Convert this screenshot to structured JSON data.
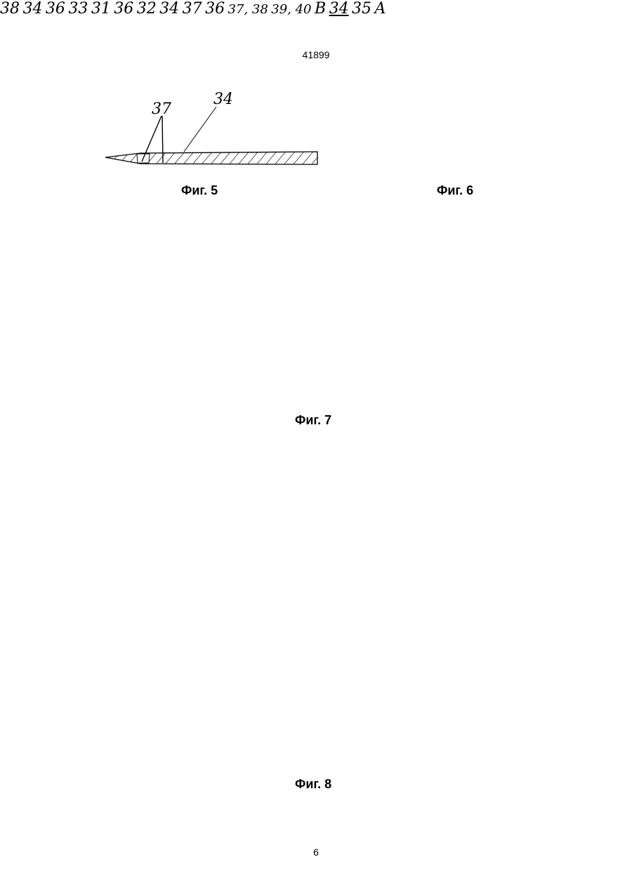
{
  "header": {
    "doc_number": "41899"
  },
  "footer": {
    "page_number": "6"
  },
  "figures": [
    {
      "caption": "Фиг. 5",
      "labels": [
        "37",
        "34"
      ]
    },
    {
      "caption": "Фиг. 6",
      "labels": [
        "38",
        "34"
      ]
    },
    {
      "caption": "Фиг. 7",
      "labels": [
        "36",
        "33",
        "31",
        "36",
        "32",
        "34",
        "37"
      ]
    },
    {
      "caption": "Фиг. 8",
      "labels": [
        "36",
        "37, 38",
        "39, 40",
        "B",
        "34",
        "35",
        "A"
      ]
    }
  ]
}
